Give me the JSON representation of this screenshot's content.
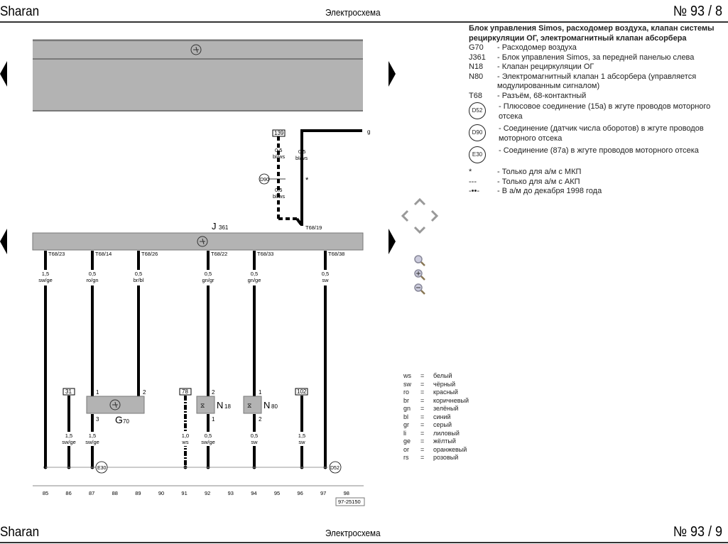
{
  "header_top": {
    "brand": "Sharan",
    "title": "Электросхема",
    "page_number": "№  93 / 8"
  },
  "header_bottom": {
    "brand": "Sharan",
    "title": "Электросхема",
    "page_number": "№  93 / 9"
  },
  "legend": {
    "title": "Блок управления Simos, расходомер воздуха, клапан системы рециркуляции ОГ, электромагнитный клапан абсорбера",
    "items": [
      {
        "code": "G70",
        "text": "-  Расходомер воздуха"
      },
      {
        "code": "J361",
        "text": "-  Блок управления Simos, за передней панелью слева"
      },
      {
        "code": "N18",
        "text": "-  Клапан рециркуляции ОГ"
      },
      {
        "code": "N80",
        "text": "-  Электромагнитный клапан 1 абсорбера (управляется модулированным сигналом)"
      },
      {
        "code": "T68",
        "text": "-  Разъём, 68-контактный"
      }
    ],
    "connections": [
      {
        "code": "D52",
        "text": "-  Плюсовое соединение (15a) в жгуте проводов моторного отсека"
      },
      {
        "code": "D90",
        "text": "-  Соединение (датчик числа оборотов) в жгуте проводов моторного отсека"
      },
      {
        "code": "E30",
        "text": "-  Соединение (87a) в жгуте проводов моторного отсека"
      }
    ],
    "notes": [
      {
        "code": "*",
        "text": "-  Только для а/м с МКП"
      },
      {
        "code": "---",
        "text": "-  Только для а/м с АКП"
      },
      {
        "code": "-••-",
        "text": "-  В а/м до декабря 1998 года"
      }
    ]
  },
  "color_codes": [
    {
      "abbr": "ws",
      "name": "белый"
    },
    {
      "abbr": "sw",
      "name": "чёрный"
    },
    {
      "abbr": "ro",
      "name": "красный"
    },
    {
      "abbr": "br",
      "name": "коричневый"
    },
    {
      "abbr": "gn",
      "name": "зелёный"
    },
    {
      "abbr": "bl",
      "name": "синий"
    },
    {
      "abbr": "gr",
      "name": "серый"
    },
    {
      "abbr": "li",
      "name": "лиловый"
    },
    {
      "abbr": "ge",
      "name": "жёлтый"
    },
    {
      "abbr": "or",
      "name": "оранжевый"
    },
    {
      "abbr": "rs",
      "name": "розовый"
    }
  ],
  "diagram": {
    "control_unit_label": "J",
    "control_unit_sub": "361",
    "pins": [
      "T68/23",
      "T68/14",
      "T68/26",
      "T68/22",
      "T68/33",
      "T68/38"
    ],
    "pin_top": "T68/19",
    "wires_top": [
      {
        "size": "0,5",
        "color": "bl/ws"
      },
      {
        "size": "0,5",
        "color": "bl/ws"
      },
      {
        "size": "0,5",
        "color": "bl/ws"
      }
    ],
    "wires": [
      {
        "size": "1,5",
        "color": "sw/ge"
      },
      {
        "size": "0,5",
        "color": "ro/gn"
      },
      {
        "size": "0,5",
        "color": "br/bl"
      },
      {
        "size": "0,5",
        "color": "gn/gr"
      },
      {
        "size": "0,5",
        "color": "gn/ge"
      },
      {
        "size": "0,5",
        "color": "sw"
      }
    ],
    "wires_low": [
      {
        "size": "1,5",
        "color": "sw/ge"
      },
      {
        "size": "1,5",
        "color": "sw/ge"
      },
      {
        "size": "1,0",
        "color": "ws"
      },
      {
        "size": "0,5",
        "color": "sw/ge"
      },
      {
        "size": "0,5",
        "color": "sw"
      },
      {
        "size": "1,5",
        "color": "sw"
      }
    ],
    "refs": [
      "139",
      "31",
      "78",
      "102"
    ],
    "connectors": {
      "d90": "D90",
      "e30": "E30",
      "d52": "D52"
    },
    "star": "*",
    "g_label": "g",
    "g70": {
      "label": "G",
      "sub": "70",
      "pin1": "1",
      "pin2": "2",
      "pin3": "3"
    },
    "n18": {
      "label": "N",
      "sub": "18",
      "pin_top": "2",
      "pin_bottom": "1"
    },
    "n80": {
      "label": "N",
      "sub": "80",
      "pin_top": "1",
      "pin_bottom": "2"
    },
    "tracks": [
      "85",
      "86",
      "87",
      "88",
      "89",
      "90",
      "91",
      "92",
      "93",
      "94",
      "95",
      "96",
      "97",
      "98"
    ],
    "drawing_id": "97-25150"
  },
  "controls": {
    "pan": [
      "pan-up",
      "pan-left",
      "pan-right",
      "pan-down"
    ],
    "zoom": [
      "zoom-fit",
      "zoom-in",
      "zoom-out"
    ]
  }
}
